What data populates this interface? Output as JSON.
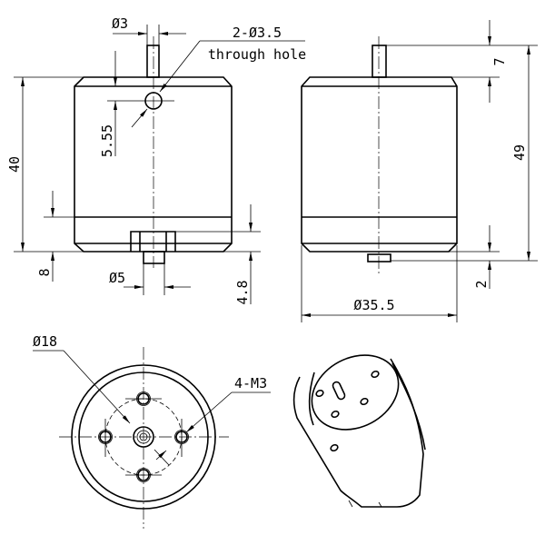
{
  "drawing": {
    "front_view": {
      "shaft_diameter": "Ø3",
      "hole_note_line1": "2-Ø3.5",
      "hole_note_line2": "through hole",
      "hole_offset": "5.55",
      "body_length": "40",
      "band_height": "8",
      "boss_diameter": "Ø5",
      "boss_height": "4.8"
    },
    "side_view": {
      "shaft_length": "7",
      "overall_length": "49",
      "rear_nub": "2",
      "body_diameter": "Ø35.5"
    },
    "end_view": {
      "bolt_circle": "Ø18",
      "mount_holes": "4-M3"
    }
  }
}
